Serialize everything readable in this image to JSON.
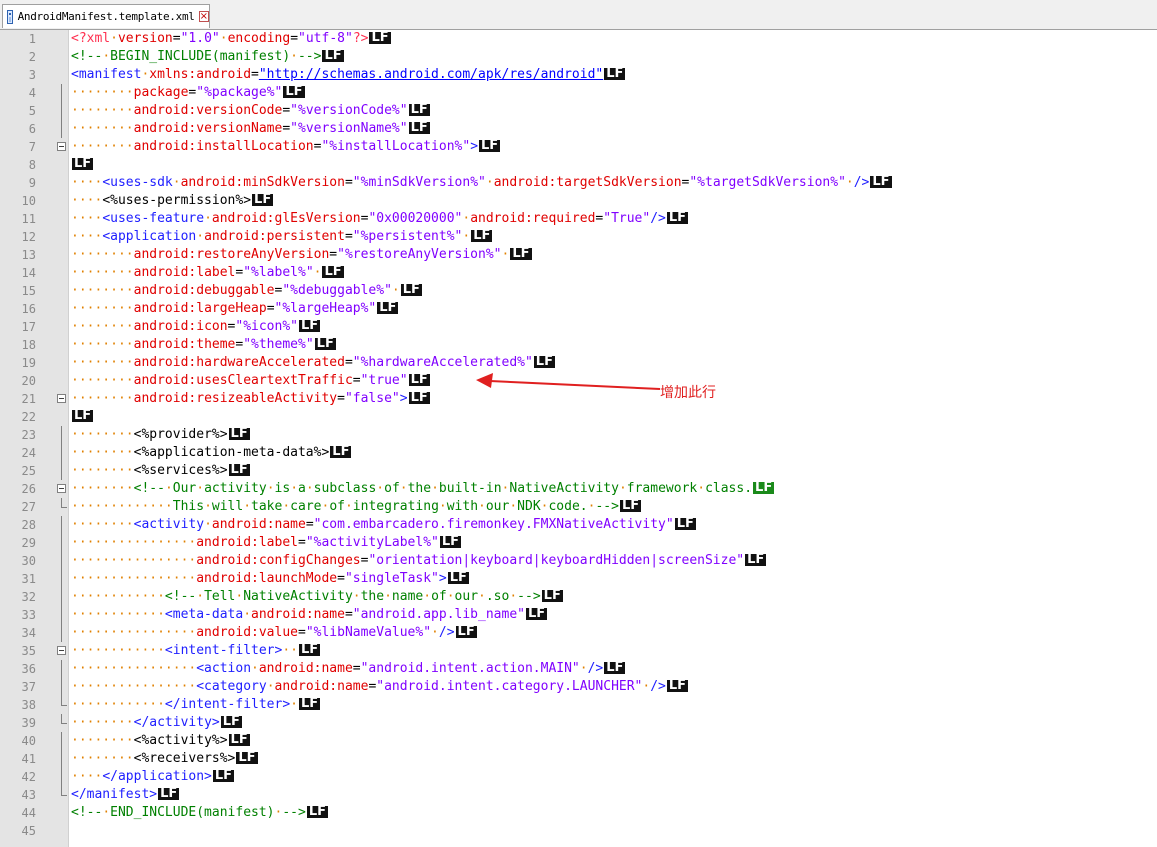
{
  "tab": {
    "title": "AndroidManifest.template.xml"
  },
  "colors": {
    "tag": "#2020ff",
    "attr": "#e00000",
    "value": "#8000ff",
    "comment": "#008000",
    "decl": "#ff3050",
    "text": "#000000",
    "whitespace": "#e08000",
    "link": "#0000ff",
    "lf_box": "#111111",
    "lf_green": "#1a8a1a",
    "annotation": "#e02020"
  },
  "eol_marker": "LF",
  "annotation": {
    "text": "增加此行"
  },
  "lines": [
    {
      "n": "1",
      "fold": "",
      "segs": [
        [
          "decl",
          "<?xml"
        ],
        [
          "ws",
          "·"
        ],
        [
          "attr",
          "version"
        ],
        [
          "text",
          "="
        ],
        [
          "value",
          "\"1.0\""
        ],
        [
          "ws",
          "·"
        ],
        [
          "attr",
          "encoding"
        ],
        [
          "text",
          "="
        ],
        [
          "value",
          "\"utf-8\""
        ],
        [
          "decl",
          "?>"
        ]
      ]
    },
    {
      "n": "2",
      "fold": "",
      "segs": [
        [
          "comment",
          "<!--"
        ],
        [
          "ws",
          "·"
        ],
        [
          "comment",
          "BEGIN_INCLUDE(manifest)"
        ],
        [
          "ws",
          "·"
        ],
        [
          "comment",
          "-->"
        ]
      ]
    },
    {
      "n": "3",
      "fold": "",
      "segs": [
        [
          "tag",
          "<manifest"
        ],
        [
          "ws",
          "·"
        ],
        [
          "attr",
          "xmlns:android"
        ],
        [
          "text",
          "="
        ],
        [
          "link",
          "\"http://schemas.android.com/apk/res/android\""
        ]
      ]
    },
    {
      "n": "4",
      "fold": "vline",
      "segs": [
        [
          "ws",
          "········"
        ],
        [
          "attr",
          "package"
        ],
        [
          "text",
          "="
        ],
        [
          "value",
          "\"%package%\""
        ]
      ]
    },
    {
      "n": "5",
      "fold": "vline",
      "segs": [
        [
          "ws",
          "········"
        ],
        [
          "attr",
          "android:versionCode"
        ],
        [
          "text",
          "="
        ],
        [
          "value",
          "\"%versionCode%\""
        ]
      ]
    },
    {
      "n": "6",
      "fold": "vline",
      "segs": [
        [
          "ws",
          "········"
        ],
        [
          "attr",
          "android:versionName"
        ],
        [
          "text",
          "="
        ],
        [
          "value",
          "\"%versionName%\""
        ]
      ]
    },
    {
      "n": "7",
      "fold": "box",
      "segs": [
        [
          "ws",
          "········"
        ],
        [
          "attr",
          "android:installLocation"
        ],
        [
          "text",
          "="
        ],
        [
          "value",
          "\"%installLocation%\""
        ],
        [
          "tag",
          ">"
        ]
      ]
    },
    {
      "n": "8",
      "fold": "",
      "segs": []
    },
    {
      "n": "9",
      "fold": "",
      "segs": [
        [
          "ws",
          "····"
        ],
        [
          "tag",
          "<uses-sdk"
        ],
        [
          "ws",
          "·"
        ],
        [
          "attr",
          "android:minSdkVersion"
        ],
        [
          "text",
          "="
        ],
        [
          "value",
          "\"%minSdkVersion%\""
        ],
        [
          "ws",
          "·"
        ],
        [
          "attr",
          "android:targetSdkVersion"
        ],
        [
          "text",
          "="
        ],
        [
          "value",
          "\"%targetSdkVersion%\""
        ],
        [
          "ws",
          "·"
        ],
        [
          "tag",
          "/>"
        ]
      ]
    },
    {
      "n": "10",
      "fold": "",
      "segs": [
        [
          "ws",
          "····"
        ],
        [
          "text",
          "<%uses-permission%>"
        ]
      ]
    },
    {
      "n": "11",
      "fold": "",
      "segs": [
        [
          "ws",
          "····"
        ],
        [
          "tag",
          "<uses-feature"
        ],
        [
          "ws",
          "·"
        ],
        [
          "attr",
          "android:glEsVersion"
        ],
        [
          "text",
          "="
        ],
        [
          "value",
          "\"0x00020000\""
        ],
        [
          "ws",
          "·"
        ],
        [
          "attr",
          "android:required"
        ],
        [
          "text",
          "="
        ],
        [
          "value",
          "\"True\""
        ],
        [
          "tag",
          "/>"
        ]
      ]
    },
    {
      "n": "12",
      "fold": "",
      "segs": [
        [
          "ws",
          "····"
        ],
        [
          "tag",
          "<application"
        ],
        [
          "ws",
          "·"
        ],
        [
          "attr",
          "android:persistent"
        ],
        [
          "text",
          "="
        ],
        [
          "value",
          "\"%persistent%\""
        ],
        [
          "ws",
          "·"
        ]
      ]
    },
    {
      "n": "13",
      "fold": "",
      "segs": [
        [
          "ws",
          "········"
        ],
        [
          "attr",
          "android:restoreAnyVersion"
        ],
        [
          "text",
          "="
        ],
        [
          "value",
          "\"%restoreAnyVersion%\""
        ],
        [
          "ws",
          "·"
        ]
      ]
    },
    {
      "n": "14",
      "fold": "",
      "segs": [
        [
          "ws",
          "········"
        ],
        [
          "attr",
          "android:label"
        ],
        [
          "text",
          "="
        ],
        [
          "value",
          "\"%label%\""
        ],
        [
          "ws",
          "·"
        ]
      ]
    },
    {
      "n": "15",
      "fold": "",
      "segs": [
        [
          "ws",
          "········"
        ],
        [
          "attr",
          "android:debuggable"
        ],
        [
          "text",
          "="
        ],
        [
          "value",
          "\"%debuggable%\""
        ],
        [
          "ws",
          "·"
        ]
      ]
    },
    {
      "n": "16",
      "fold": "",
      "segs": [
        [
          "ws",
          "········"
        ],
        [
          "attr",
          "android:largeHeap"
        ],
        [
          "text",
          "="
        ],
        [
          "value",
          "\"%largeHeap%\""
        ]
      ]
    },
    {
      "n": "17",
      "fold": "",
      "segs": [
        [
          "ws",
          "········"
        ],
        [
          "attr",
          "android:icon"
        ],
        [
          "text",
          "="
        ],
        [
          "value",
          "\"%icon%\""
        ]
      ]
    },
    {
      "n": "18",
      "fold": "",
      "segs": [
        [
          "ws",
          "········"
        ],
        [
          "attr",
          "android:theme"
        ],
        [
          "text",
          "="
        ],
        [
          "value",
          "\"%theme%\""
        ]
      ]
    },
    {
      "n": "19",
      "fold": "",
      "segs": [
        [
          "ws",
          "········"
        ],
        [
          "attr",
          "android:hardwareAccelerated"
        ],
        [
          "text",
          "="
        ],
        [
          "value",
          "\"%hardwareAccelerated%\""
        ]
      ]
    },
    {
      "n": "20",
      "fold": "",
      "segs": [
        [
          "ws",
          "········"
        ],
        [
          "attr",
          "android:usesCleartextTraffic"
        ],
        [
          "text",
          "="
        ],
        [
          "value",
          "\"true\""
        ]
      ]
    },
    {
      "n": "21",
      "fold": "box",
      "segs": [
        [
          "ws",
          "········"
        ],
        [
          "attr",
          "android:resizeableActivity"
        ],
        [
          "text",
          "="
        ],
        [
          "value",
          "\"false\""
        ],
        [
          "tag",
          ">"
        ]
      ]
    },
    {
      "n": "22",
      "fold": "",
      "segs": []
    },
    {
      "n": "23",
      "fold": "vline",
      "segs": [
        [
          "ws",
          "········"
        ],
        [
          "text",
          "<%provider%>"
        ]
      ]
    },
    {
      "n": "24",
      "fold": "vline",
      "segs": [
        [
          "ws",
          "········"
        ],
        [
          "text",
          "<%application-meta-data%>"
        ]
      ]
    },
    {
      "n": "25",
      "fold": "vline",
      "segs": [
        [
          "ws",
          "········"
        ],
        [
          "text",
          "<%services%>"
        ]
      ]
    },
    {
      "n": "26",
      "fold": "box",
      "segs": [
        [
          "ws",
          "········"
        ],
        [
          "comment",
          "<!--"
        ],
        [
          "ws",
          "·"
        ],
        [
          "comment",
          "Our"
        ],
        [
          "ws",
          "·"
        ],
        [
          "comment",
          "activity"
        ],
        [
          "ws",
          "·"
        ],
        [
          "comment",
          "is"
        ],
        [
          "ws",
          "·"
        ],
        [
          "comment",
          "a"
        ],
        [
          "ws",
          "·"
        ],
        [
          "comment",
          "subclass"
        ],
        [
          "ws",
          "·"
        ],
        [
          "comment",
          "of"
        ],
        [
          "ws",
          "·"
        ],
        [
          "comment",
          "the"
        ],
        [
          "ws",
          "·"
        ],
        [
          "comment",
          "built-in"
        ],
        [
          "ws",
          "·"
        ],
        [
          "comment",
          "NativeActivity"
        ],
        [
          "ws",
          "·"
        ],
        [
          "comment",
          "framework"
        ],
        [
          "ws",
          "·"
        ],
        [
          "comment",
          "class."
        ]
      ],
      "lf": "green"
    },
    {
      "n": "27",
      "fold": "end",
      "segs": [
        [
          "ws",
          "·············"
        ],
        [
          "comment",
          "This"
        ],
        [
          "ws",
          "·"
        ],
        [
          "comment",
          "will"
        ],
        [
          "ws",
          "·"
        ],
        [
          "comment",
          "take"
        ],
        [
          "ws",
          "·"
        ],
        [
          "comment",
          "care"
        ],
        [
          "ws",
          "·"
        ],
        [
          "comment",
          "of"
        ],
        [
          "ws",
          "·"
        ],
        [
          "comment",
          "integrating"
        ],
        [
          "ws",
          "·"
        ],
        [
          "comment",
          "with"
        ],
        [
          "ws",
          "·"
        ],
        [
          "comment",
          "our"
        ],
        [
          "ws",
          "·"
        ],
        [
          "comment",
          "NDK"
        ],
        [
          "ws",
          "·"
        ],
        [
          "comment",
          "code."
        ],
        [
          "ws",
          "·"
        ],
        [
          "comment",
          "-->"
        ]
      ]
    },
    {
      "n": "28",
      "fold": "vline",
      "segs": [
        [
          "ws",
          "········"
        ],
        [
          "tag",
          "<activity"
        ],
        [
          "ws",
          "·"
        ],
        [
          "attr",
          "android:name"
        ],
        [
          "text",
          "="
        ],
        [
          "value",
          "\"com.embarcadero.firemonkey.FMXNativeActivity\""
        ]
      ]
    },
    {
      "n": "29",
      "fold": "vline",
      "segs": [
        [
          "ws",
          "················"
        ],
        [
          "attr",
          "android:label"
        ],
        [
          "text",
          "="
        ],
        [
          "value",
          "\"%activityLabel%\""
        ]
      ]
    },
    {
      "n": "30",
      "fold": "vline",
      "segs": [
        [
          "ws",
          "················"
        ],
        [
          "attr",
          "android:configChanges"
        ],
        [
          "text",
          "="
        ],
        [
          "value",
          "\"orientation|keyboard|keyboardHidden|screenSize\""
        ]
      ]
    },
    {
      "n": "31",
      "fold": "vline",
      "segs": [
        [
          "ws",
          "················"
        ],
        [
          "attr",
          "android:launchMode"
        ],
        [
          "text",
          "="
        ],
        [
          "value",
          "\"singleTask\""
        ],
        [
          "tag",
          ">"
        ]
      ]
    },
    {
      "n": "32",
      "fold": "vline",
      "segs": [
        [
          "ws",
          "············"
        ],
        [
          "comment",
          "<!--"
        ],
        [
          "ws",
          "·"
        ],
        [
          "comment",
          "Tell"
        ],
        [
          "ws",
          "·"
        ],
        [
          "comment",
          "NativeActivity"
        ],
        [
          "ws",
          "·"
        ],
        [
          "comment",
          "the"
        ],
        [
          "ws",
          "·"
        ],
        [
          "comment",
          "name"
        ],
        [
          "ws",
          "·"
        ],
        [
          "comment",
          "of"
        ],
        [
          "ws",
          "·"
        ],
        [
          "comment",
          "our"
        ],
        [
          "ws",
          "·"
        ],
        [
          "comment",
          ".so"
        ],
        [
          "ws",
          "·"
        ],
        [
          "comment",
          "-->"
        ]
      ]
    },
    {
      "n": "33",
      "fold": "vline",
      "segs": [
        [
          "ws",
          "············"
        ],
        [
          "tag",
          "<meta-data"
        ],
        [
          "ws",
          "·"
        ],
        [
          "attr",
          "android:name"
        ],
        [
          "text",
          "="
        ],
        [
          "value",
          "\"android.app.lib_name\""
        ]
      ]
    },
    {
      "n": "34",
      "fold": "vline",
      "segs": [
        [
          "ws",
          "················"
        ],
        [
          "attr",
          "android:value"
        ],
        [
          "text",
          "="
        ],
        [
          "value",
          "\"%libNameValue%\""
        ],
        [
          "ws",
          "·"
        ],
        [
          "tag",
          "/>"
        ]
      ]
    },
    {
      "n": "35",
      "fold": "box",
      "segs": [
        [
          "ws",
          "············"
        ],
        [
          "tag",
          "<intent-filter>"
        ],
        [
          "ws",
          "··"
        ]
      ]
    },
    {
      "n": "36",
      "fold": "vline",
      "segs": [
        [
          "ws",
          "················"
        ],
        [
          "tag",
          "<action"
        ],
        [
          "ws",
          "·"
        ],
        [
          "attr",
          "android:name"
        ],
        [
          "text",
          "="
        ],
        [
          "value",
          "\"android.intent.action.MAIN\""
        ],
        [
          "ws",
          "·"
        ],
        [
          "tag",
          "/>"
        ]
      ]
    },
    {
      "n": "37",
      "fold": "vline",
      "segs": [
        [
          "ws",
          "················"
        ],
        [
          "tag",
          "<category"
        ],
        [
          "ws",
          "·"
        ],
        [
          "attr",
          "android:name"
        ],
        [
          "text",
          "="
        ],
        [
          "value",
          "\"android.intent.category.LAUNCHER\""
        ],
        [
          "ws",
          "·"
        ],
        [
          "tag",
          "/>"
        ]
      ]
    },
    {
      "n": "38",
      "fold": "end",
      "segs": [
        [
          "ws",
          "············"
        ],
        [
          "tag",
          "</intent-filter>"
        ],
        [
          "ws",
          "·"
        ]
      ]
    },
    {
      "n": "39",
      "fold": "end",
      "segs": [
        [
          "ws",
          "········"
        ],
        [
          "tag",
          "</activity>"
        ]
      ]
    },
    {
      "n": "40",
      "fold": "vline",
      "segs": [
        [
          "ws",
          "········"
        ],
        [
          "text",
          "<%activity%>"
        ]
      ]
    },
    {
      "n": "41",
      "fold": "vline",
      "segs": [
        [
          "ws",
          "········"
        ],
        [
          "text",
          "<%receivers%>"
        ]
      ]
    },
    {
      "n": "42",
      "fold": "vline",
      "segs": [
        [
          "ws",
          "····"
        ],
        [
          "tag",
          "</application>"
        ]
      ]
    },
    {
      "n": "43",
      "fold": "end",
      "segs": [
        [
          "tag",
          "</manifest>"
        ]
      ]
    },
    {
      "n": "44",
      "fold": "",
      "segs": [
        [
          "comment",
          "<!--"
        ],
        [
          "ws",
          "·"
        ],
        [
          "comment",
          "END_INCLUDE(manifest)"
        ],
        [
          "ws",
          "·"
        ],
        [
          "comment",
          "-->"
        ]
      ]
    },
    {
      "n": "45",
      "fold": "",
      "segs": [],
      "nolf": true
    }
  ]
}
